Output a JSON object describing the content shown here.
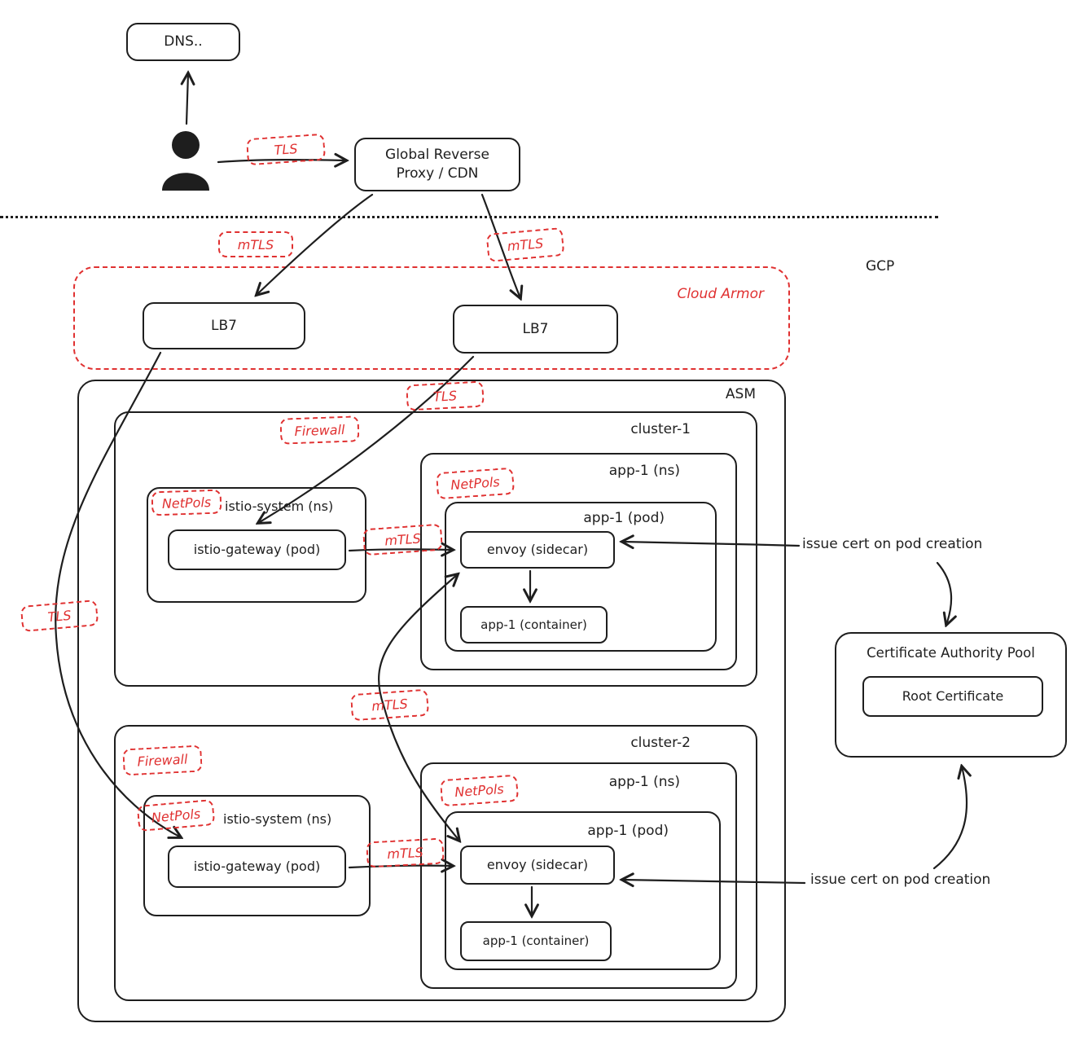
{
  "colors": {
    "ink": "#1e1e1e",
    "red": "#e03131",
    "bg": "#ffffff"
  },
  "external": {
    "dns": "DNS..",
    "tls": "TLS",
    "proxy": "Global Reverse Proxy / CDN"
  },
  "gcp": {
    "label": "GCP",
    "mtls_to_lb_left": "mTLS",
    "mtls_to_lb_right": "mTLS",
    "cloud_armor": {
      "label": "Cloud Armor",
      "lb_left": "LB7",
      "lb_right": "LB7"
    }
  },
  "asm": {
    "label": "ASM",
    "tls_to_cluster1": "TLS",
    "tls_to_cluster2": "TLS",
    "mtls_cross_cluster": "mTLS",
    "clusters": [
      {
        "label": "cluster-1",
        "firewall": "Firewall",
        "mtls": "mTLS",
        "istio_system": {
          "netpols": "NetPols",
          "label": "istio-system (ns)",
          "gateway": "istio-gateway (pod)"
        },
        "app_ns": {
          "label": "app-1 (ns)",
          "netpols": "NetPols",
          "pod": {
            "label": "app-1 (pod)",
            "envoy": "envoy (sidecar)",
            "container": "app-1 (container)"
          }
        }
      },
      {
        "label": "cluster-2",
        "firewall": "Firewall",
        "mtls": "mTLS",
        "istio_system": {
          "netpols": "NetPols",
          "label": "istio-system (ns)",
          "gateway": "istio-gateway (pod)"
        },
        "app_ns": {
          "label": "app-1 (ns)",
          "netpols": "NetPols",
          "pod": {
            "label": "app-1 (pod)",
            "envoy": "envoy (sidecar)",
            "container": "app-1 (container)"
          }
        }
      }
    ]
  },
  "ca": {
    "pool_label": "Certificate Authority Pool",
    "root_label": "Root Certificate",
    "issue_note_top": "issue cert on pod creation",
    "issue_note_bottom": "issue cert on pod creation"
  }
}
